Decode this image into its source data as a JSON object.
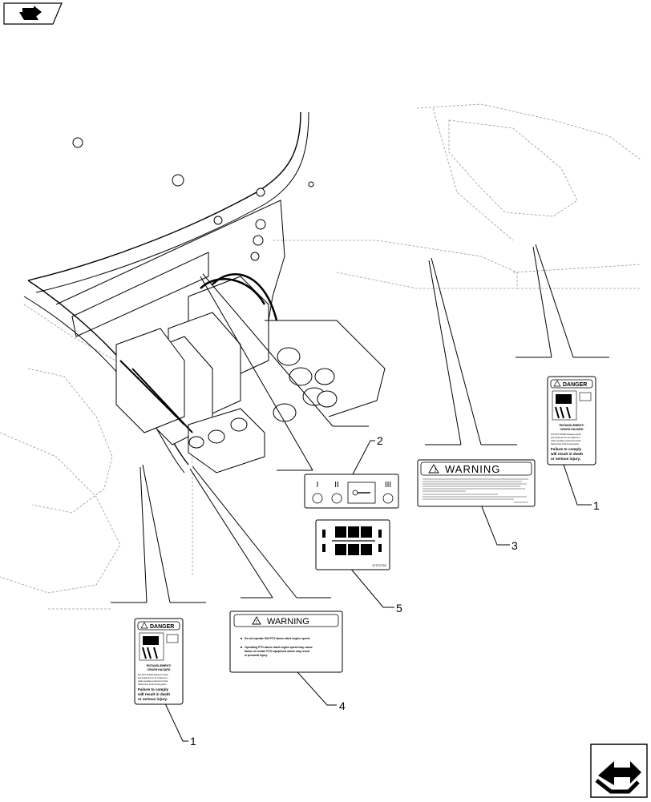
{
  "callouts": {
    "c1_right": "1",
    "c1_left": "1",
    "c2": "2",
    "c3": "3",
    "c4": "4",
    "c5": "5"
  },
  "decals": {
    "danger": {
      "header": "DANGER",
      "title_line1": "ENTANGLEMENT/",
      "title_line2": "CRUSH HAZARD",
      "bullet1_line1": "DO NOT STAND between tractor",
      "bullet1_line2": "and implement or an implement",
      "bullet1_line3": "while operating external controls.",
      "bullet2": "Stand clear of all moving parts.",
      "footer_line1": "Failure to comply",
      "footer_line2": "will result in death",
      "footer_line3": "or serious injury."
    },
    "warning_pto": {
      "header": "WARNING",
      "bullet1": "Do not operate 540 PTO above rated engine speed.",
      "bullet2_line1": "Operating PTO above rated engine speed may cause",
      "bullet2_line2": "failure of certain PTO equipment which may result",
      "bullet2_line3": "in personal injury."
    },
    "warning_3": {
      "header": "WARNING"
    },
    "gear_decal": {
      "pos1": "I",
      "pos2": "II",
      "pos3": "III"
    },
    "shift_decal": {
      "part_number": "47372762"
    }
  },
  "colors": {
    "line": "#000000",
    "fill": "#ffffff",
    "body_edge": "#9a9a9a"
  },
  "icons": {
    "nav_top": "book-arrow-icon",
    "nav_bottom": "next-page-arrow-icon"
  }
}
